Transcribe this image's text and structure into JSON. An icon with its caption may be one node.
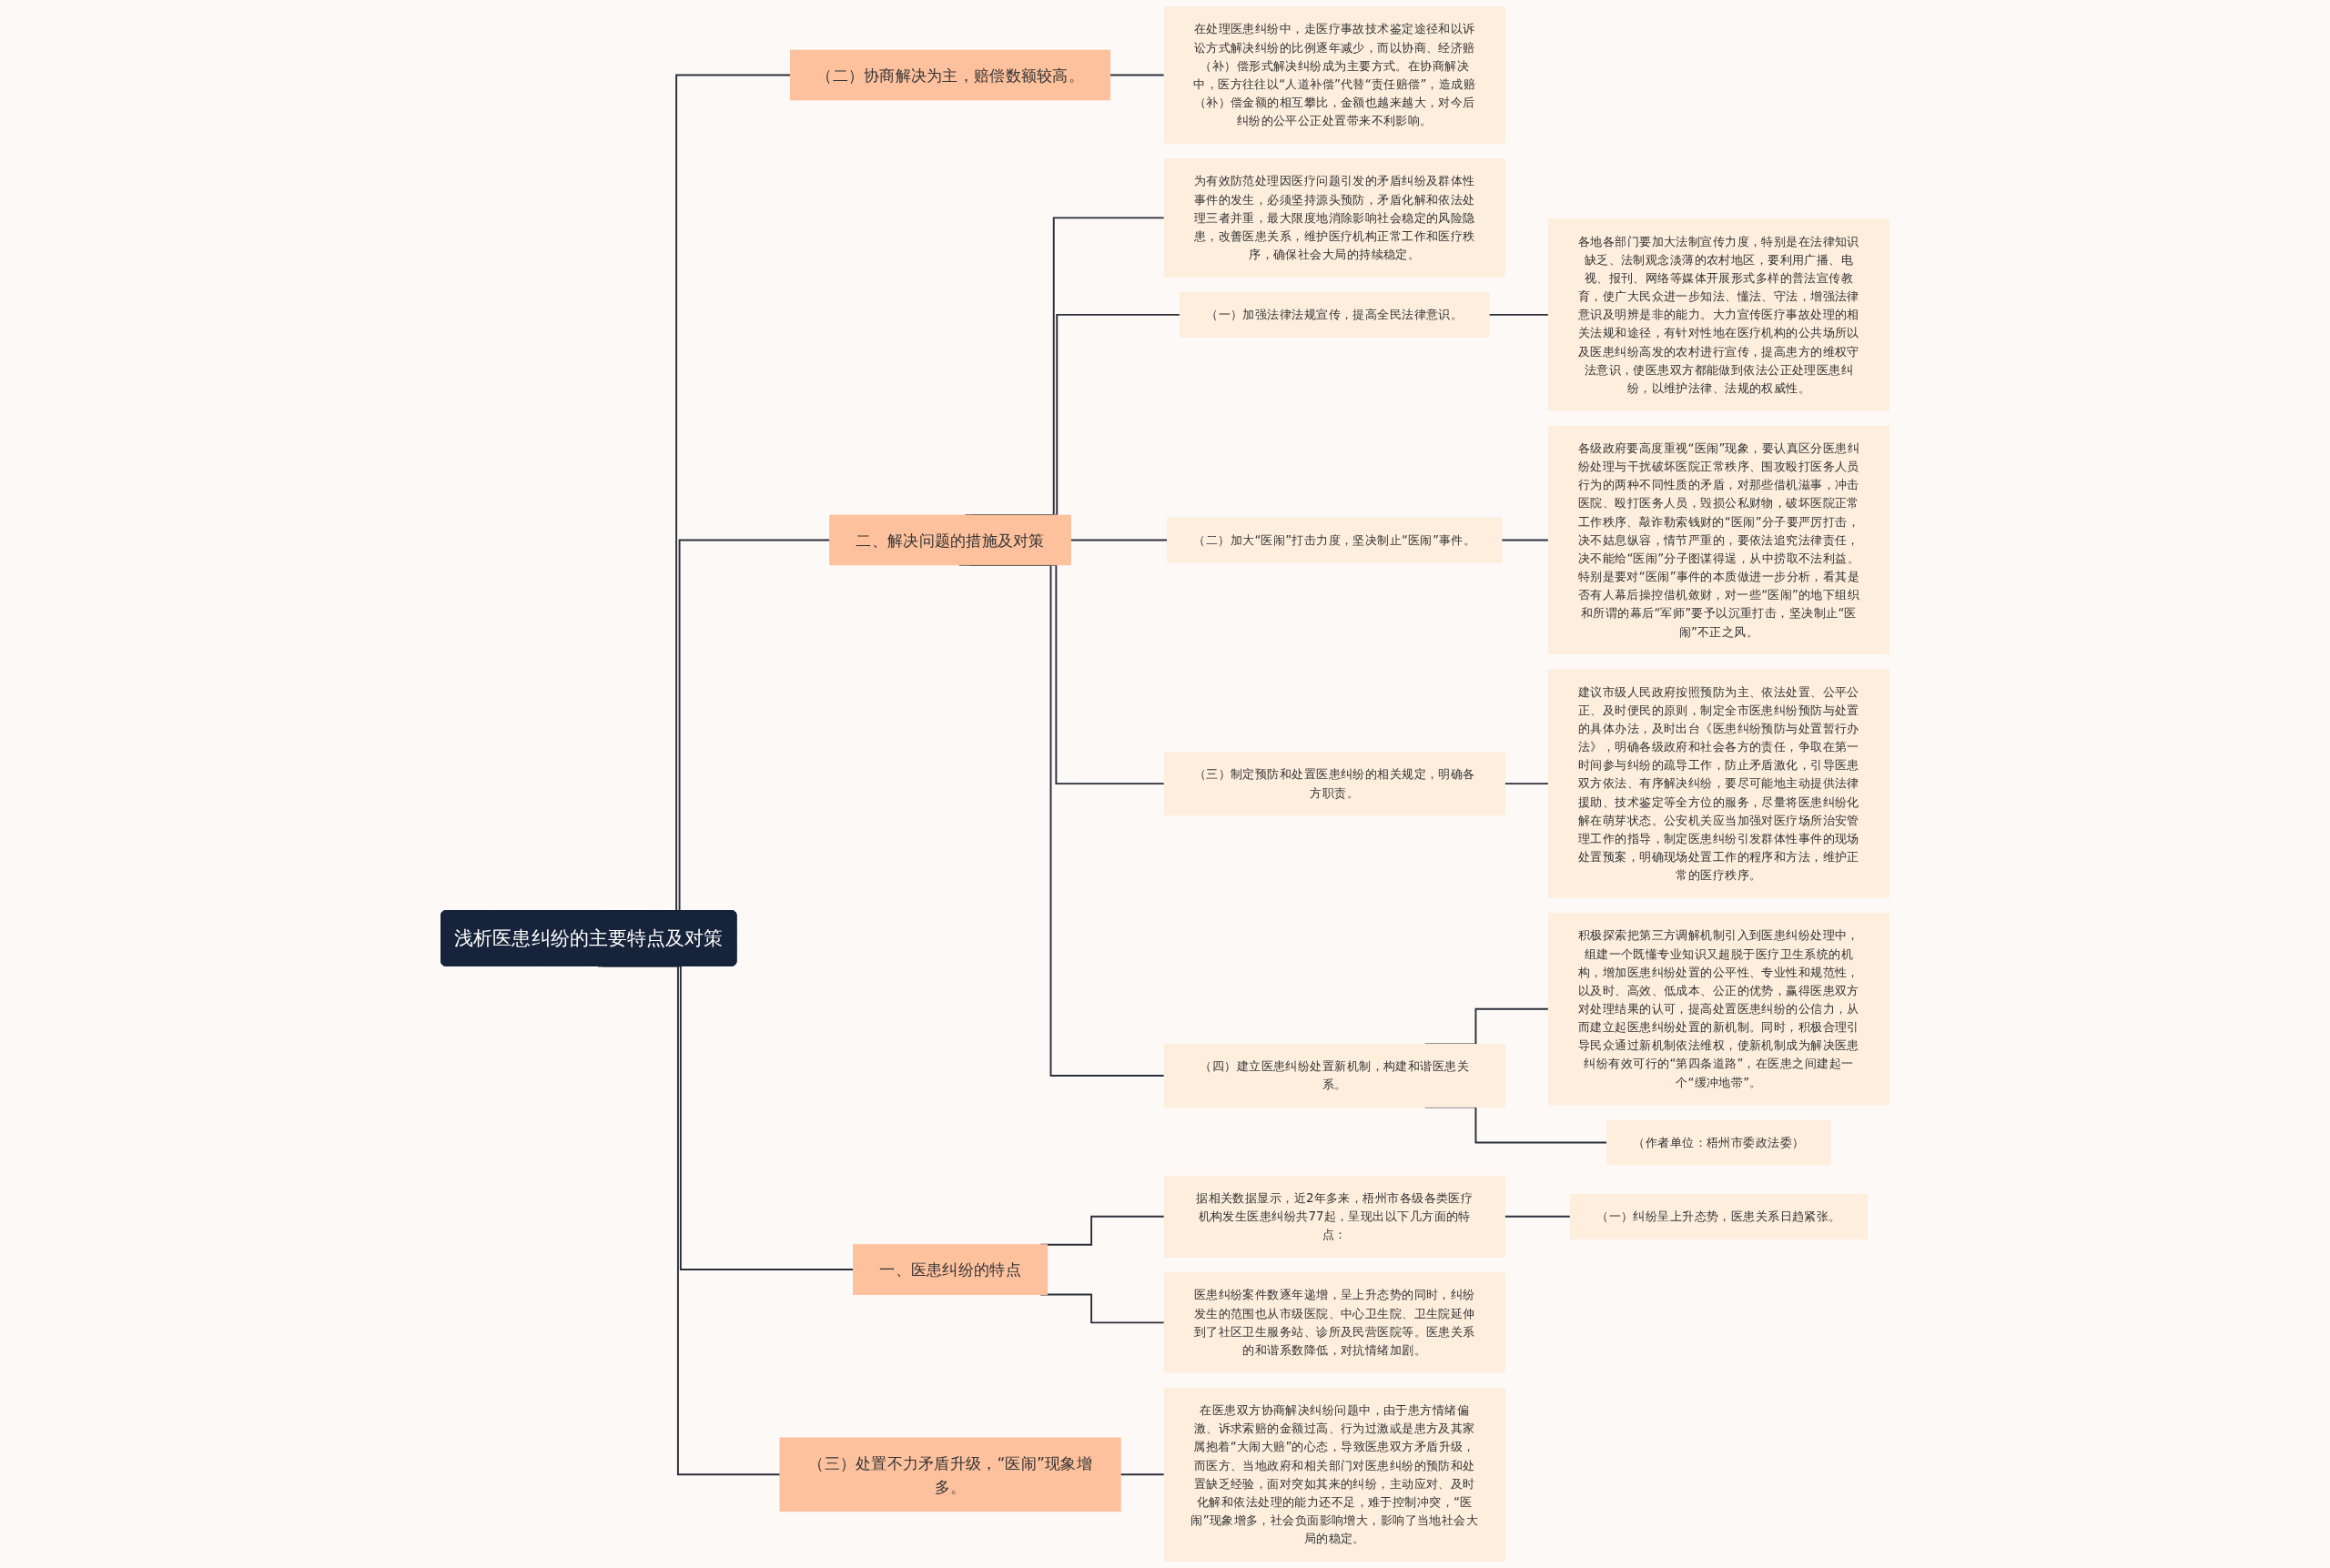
{
  "diagram": {
    "nodes": [
      {
        "text": [
          "浅析医患纠纷的主要特点及对策"
        ]
      },
      {
        "text": [
          "（二）协商解决为主，赔偿数额较高。"
        ]
      },
      {
        "text": [
          "在处理医患纠纷中，走医疗事故技术鉴定途径和以诉讼方式解决纠纷的比例逐年减少，而以协商、经济赔（补）偿形式解决纠纷成为主要方式。在协商解决中，医方往往以“人道补偿”代替“责任赔偿”，造成赔（补）偿金额的相互攀比，金额也越来越大，对今后纠纷的公平公正处置带来不利影响。"
        ]
      },
      {
        "text": [
          "二、解决问题的措施及对策"
        ]
      },
      {
        "text": [
          "为有效防范处理因医疗问题引发的矛盾纠纷及群体性事件的发生，必须坚持源头预防，矛盾化解和依法处理三者并重，最大限度地消除影响社会稳定的风险隐患，改善医患关系，维护医疗机构正常工作和医疗秩序，确保社会大局的持续稳定。"
        ]
      },
      {
        "text": [
          "（一）加强法律法规宣传，提高全民法律意识。"
        ]
      },
      {
        "text": [
          "各地各部门要加大法制宣传力度，特别是在法律知识缺乏、法制观念淡薄的农村地区，要利用广播、电视、报刊、网络等媒体开展形式多样的普法宣传教育，使广大民众进一步知法、懂法、守法，增强法律意识及明辨是非的能力。大力宣传医疗事故处理的相关法规和途径，有针对性地在医疗机构的公共场所以及医患纠纷高发的农村进行宣传，提高患方的维权守法意识，使医患双方都能做到依法公正处理医患纠纷，以维护法律、法规的权威性。"
        ]
      },
      {
        "text": [
          "（二）加大“医闹”打击力度，坚决制止“医闹”事件。"
        ]
      },
      {
        "text": [
          "各级政府要高度重视“医闹”现象，要认真区分医患纠纷处理与干扰破坏医院正常秩序、围攻殴打医务人员行为的两种不同性质的矛盾，对那些借机滋事，冲击医院、殴打医务人员，毁损公私财物，破坏医院正常工作秩序、敲诈勒索钱财的“医闹”分子要严厉打击，决不姑息纵容，情节严重的，要依法追究法律责任，决不能给“医闹”分子图谋得逞，从中捞取不法利益。特别是要对“医闹”事件的本质做进一步分析，看其是否有人幕后操控借机敛财，对一些“医闹”的地下组织和所谓的幕后“军师”要予以沉重打击，坚决制止“医闹”不正之风。"
        ]
      },
      {
        "text": [
          "（三）制定预防和处置医患纠纷的相关规定，明确各方职责。"
        ]
      },
      {
        "text": [
          "建议市级人民政府按照预防为主、依法处置、公平公正、及时便民的原则，制定全市医患纠纷预防与处置的具体办法，及时出台《医患纠纷预防与处置暂行办法》，明确各级政府和社会各方的责任，争取在第一时间参与纠纷的疏导工作，防止矛盾激化，引导医患双方依法、有序解决纠纷，要尽可能地主动提供法律援助、技术鉴定等全方位的服务，尽量将医患纠纷化解在萌芽状态。公安机关应当加强对医疗场所治安管理工作的指导，制定医患纠纷引发群体性事件的现场处置预案，明确现场处置工作的程序和方法，维护正常的医疗秩序。"
        ]
      },
      {
        "text": [
          "（四）建立医患纠纷处置新机制，构建和谐医患关系。"
        ]
      },
      {
        "text": [
          "积极探索把第三方调解机制引入到医患纠纷处理中，组建一个既懂专业知识又超脱于医疗卫生系统的机构，增加医患纠纷处置的公平性、专业性和规范性，以及时、高效、低成本、公正的优势，赢得医患双方对处理结果的认可，提高处置医患纠纷的公信力，从而建立起医患纠纷处置的新机制。同时，积极合理引导民众通过新机制依法维权，使新机制成为解决医患纠纷有效可行的“第四条道路”，在医患之间建起一个“缓冲地带”。"
        ]
      },
      {
        "text": [
          "（作者单位：梧州市委政法委）"
        ]
      },
      {
        "text": [
          "一、医患纠纷的特点"
        ]
      },
      {
        "text": [
          "据相关数据显示，近2年多来，梧州市各级各类医疗机构发生医患纠纷共77起，呈现出以下几方面的特点："
        ]
      },
      {
        "text": [
          "（一）纠纷呈上升态势，医患关系日趋紧张。"
        ]
      },
      {
        "text": [
          "医患纠纷案件数逐年递增，呈上升态势的同时，纠纷发生的范围也从市级医院、中心卫生院、卫生院延伸到了社区卫生服务站、诊所及民营医院等。医患关系的和谐系数降低，对抗情绪加剧。"
        ]
      },
      {
        "text": [
          "（三）处置不力矛盾升级，“医闹”现象增多。"
        ]
      },
      {
        "text": [
          "在医患双方协商解决纠纷问题中，由于患方情绪偏激、诉求索赔的金额过高、行为过激或是患方及其家属抱着“大闹大赔”的心态，导致医患双方矛盾升级，而医方、当地政府和相关部门对医患纠纷的预防和处置缺乏经验，面对突如其来的纠纷，主动应对、及时化解和依法处理的能力还不足，难于控制冲突，“医闹”现象增多，社会负面影响增大，影响了当地社会大局的稳定。"
        ]
      }
    ],
    "edges": [
      {
        "from": 0,
        "to": 1,
        "arrow": "none"
      },
      {
        "from": 1,
        "to": 2,
        "arrow": "none"
      },
      {
        "from": 0,
        "to": 3,
        "arrow": "none"
      },
      {
        "from": 3,
        "to": 4,
        "arrow": "none"
      },
      {
        "from": 3,
        "to": 5,
        "arrow": "none"
      },
      {
        "from": 5,
        "to": 6,
        "arrow": "none"
      },
      {
        "from": 3,
        "to": 7,
        "arrow": "none"
      },
      {
        "from": 7,
        "to": 8,
        "arrow": "none"
      },
      {
        "from": 3,
        "to": 9,
        "arrow": "none"
      },
      {
        "from": 9,
        "to": 10,
        "arrow": "none"
      },
      {
        "from": 3,
        "to": 11,
        "arrow": "none"
      },
      {
        "from": 11,
        "to": 12,
        "arrow": "none"
      },
      {
        "from": 11,
        "to": 13,
        "arrow": "none"
      },
      {
        "from": 0,
        "to": 14,
        "arrow": "none"
      },
      {
        "from": 14,
        "to": 15,
        "arrow": "none"
      },
      {
        "from": 15,
        "to": 16,
        "arrow": "none"
      },
      {
        "from": 14,
        "to": 17,
        "arrow": "none"
      },
      {
        "from": 0,
        "to": 18,
        "arrow": "none"
      },
      {
        "from": 18,
        "to": 19,
        "arrow": "none"
      }
    ]
  }
}
